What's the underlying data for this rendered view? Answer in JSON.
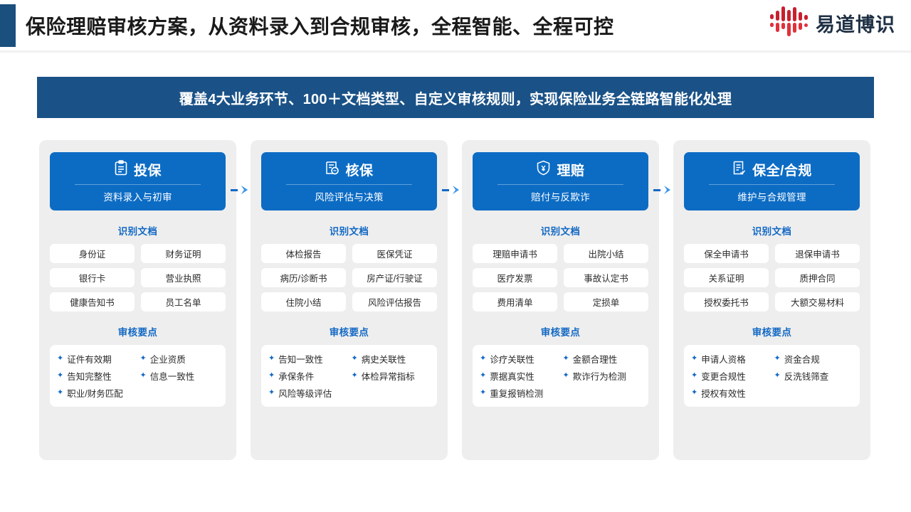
{
  "header": {
    "title": "保险理赔审核方案，从资料录入到合规审核，全程智能、全程可控",
    "logo_text": "易道博识",
    "logo_icon": "soundwave-bars-logo",
    "accent_color": "#1b4f7e",
    "logo_color": "#c8202e"
  },
  "banner": {
    "text": "覆盖4大业务环节、100＋文档类型、自定义审核规则，实现保险业务全链路智能化处理",
    "background": "#1a5287"
  },
  "labels": {
    "documents": "识别文档",
    "points": "审核要点",
    "bullet": "✦"
  },
  "accent": {
    "blue": "#0c6cc4",
    "title_blue": "#1268c4",
    "card_bg": "#eeeeee",
    "chip_bg": "#ffffff"
  },
  "arrow": {
    "icon": "arrow-right-dashed",
    "color": "#1268c4",
    "head_color": "#3d96e8"
  },
  "stages": [
    {
      "name": "投保",
      "subtitle": "资料录入与初审",
      "icon": "clipboard-icon",
      "documents": [
        "身份证",
        "财务证明",
        "银行卡",
        "营业执照",
        "健康告知书",
        "员工名单"
      ],
      "points": [
        "证件有效期",
        "企业资质",
        "告知完整性",
        "信息一致性",
        "职业/财务匹配"
      ]
    },
    {
      "name": "核保",
      "subtitle": "风险评估与决策",
      "icon": "document-seal-icon",
      "documents": [
        "体检报告",
        "医保凭证",
        "病历/诊断书",
        "房产证/行驶证",
        "住院小结",
        "风险评估报告"
      ],
      "points": [
        "告知一致性",
        "病史关联性",
        "承保条件",
        "体检异常指标",
        "风险等级评估"
      ]
    },
    {
      "name": "理赔",
      "subtitle": "赔付与反欺诈",
      "icon": "shield-yuan-icon",
      "documents": [
        "理赔申请书",
        "出院小结",
        "医疗发票",
        "事故认定书",
        "费用清单",
        "定损单"
      ],
      "points": [
        "诊疗关联性",
        "金额合理性",
        "票据真实性",
        "欺诈行为检测",
        "重复报销检测"
      ]
    },
    {
      "name": "保全/合规",
      "subtitle": "维护与合规管理",
      "icon": "document-check-icon",
      "documents": [
        "保全申请书",
        "退保申请书",
        "关系证明",
        "质押合同",
        "授权委托书",
        "大额交易材料"
      ],
      "points": [
        "申请人资格",
        "资金合规",
        "变更合规性",
        "反洗钱筛查",
        "授权有效性"
      ]
    }
  ]
}
